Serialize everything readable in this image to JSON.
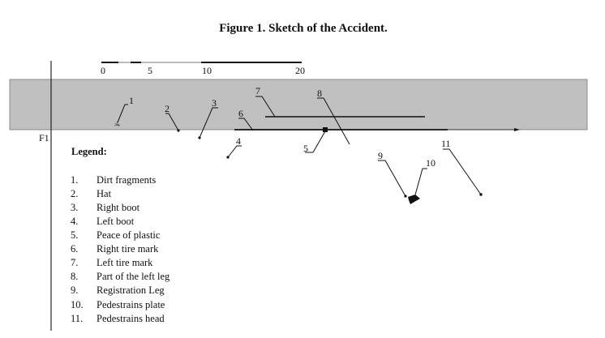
{
  "title": "Figure 1. Sketch of the Accident.",
  "side_label": "F1",
  "scale": {
    "ticks": [
      "0",
      "5",
      "10",
      "20"
    ]
  },
  "markers": [
    "1",
    "2",
    "3",
    "4",
    "5",
    "6",
    "7",
    "8",
    "9",
    "10",
    "11"
  ],
  "legend": {
    "title": "Legend:",
    "items": [
      {
        "num": "1.",
        "label": "Dirt fragments"
      },
      {
        "num": "2.",
        "label": "Hat"
      },
      {
        "num": "3.",
        "label": "Right boot"
      },
      {
        "num": "4.",
        "label": "Left boot"
      },
      {
        "num": "5.",
        "label": "Peace of plastic"
      },
      {
        "num": "6.",
        "label": "Right tire mark"
      },
      {
        "num": "7.",
        "label": "Left tire mark"
      },
      {
        "num": "8.",
        "label": "Part of the left leg"
      },
      {
        "num": "9.",
        "label": "Registration Leg"
      },
      {
        "num": "10.",
        "label": "Pedestrains plate"
      },
      {
        "num": "11.",
        "label": "Pedestrains head"
      }
    ]
  },
  "colors": {
    "road": "#c0c0c0",
    "ink": "#111111"
  }
}
